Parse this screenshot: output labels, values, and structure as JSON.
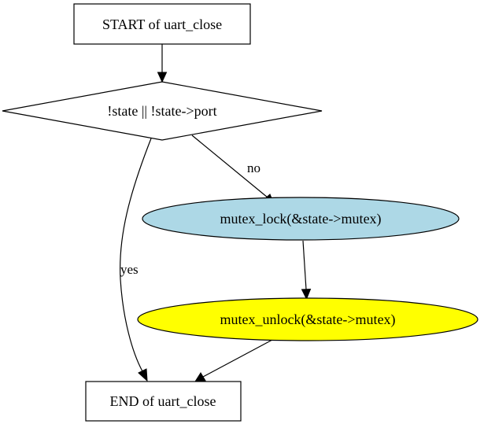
{
  "diagram": {
    "nodes": {
      "start": {
        "label": "START of uart_close",
        "shape": "box",
        "fill": "#ffffff"
      },
      "decision": {
        "label": "!state || !state->port",
        "shape": "diamond",
        "fill": "#ffffff"
      },
      "lock": {
        "label": "mutex_lock(&state->mutex)",
        "shape": "ellipse",
        "fill": "#add8e6"
      },
      "unlock": {
        "label": "mutex_unlock(&state->mutex)",
        "shape": "ellipse",
        "fill": "#ffff00"
      },
      "end": {
        "label": "END of uart_close",
        "shape": "box",
        "fill": "#ffffff"
      }
    },
    "edges": {
      "no": {
        "label": "no",
        "from": "decision",
        "to": "lock"
      },
      "yes": {
        "label": "yes",
        "from": "decision",
        "to": "end"
      },
      "start_to_decision": {
        "from": "start",
        "to": "decision"
      },
      "lock_to_unlock": {
        "from": "lock",
        "to": "unlock"
      },
      "unlock_to_end": {
        "from": "unlock",
        "to": "end"
      }
    }
  }
}
